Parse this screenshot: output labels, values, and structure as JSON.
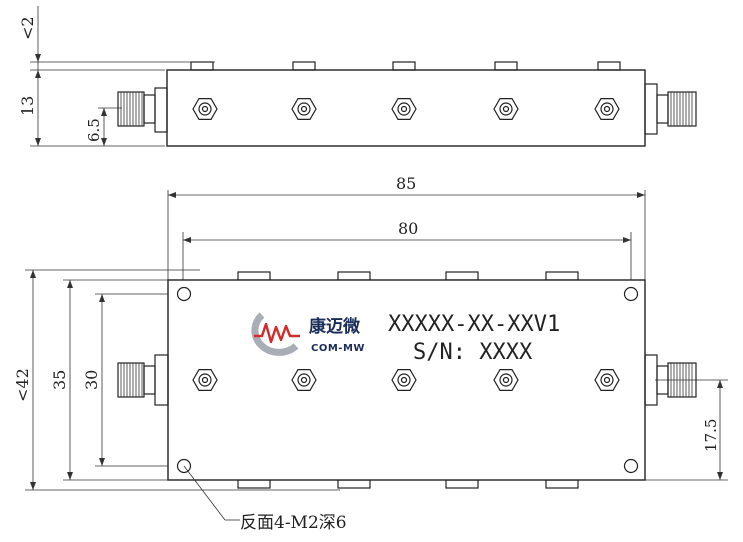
{
  "side_view": {
    "dim_top_gap": "<2",
    "dim_height": "13",
    "dim_connector_height": "6.5"
  },
  "top_view": {
    "dim_length_outer": "85",
    "dim_length_holes": "80",
    "dim_width_max": "<42",
    "dim_width_body": "35",
    "dim_width_holes": "30",
    "dim_connector_offset": "17.5",
    "model_text": "XXXXX-XX-XXV1",
    "serial_text": "S/N: XXXX",
    "logo_cn": "康迈微",
    "logo_en": "COM-MW",
    "note_text": "反面4-M2深6"
  },
  "colors": {
    "logo_navy": "#1a2d5a",
    "logo_red": "#d42a2a",
    "logo_gray": "#a9aeb6"
  }
}
